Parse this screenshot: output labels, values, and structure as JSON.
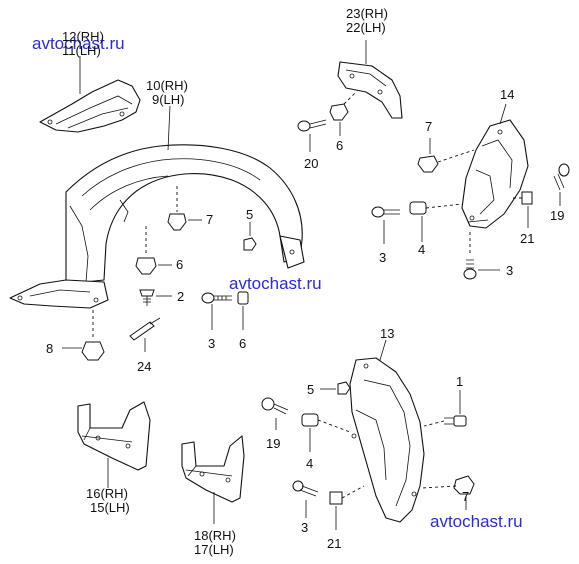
{
  "watermark": "avtochast.ru",
  "labels": {
    "p1": "1",
    "p2": "2",
    "p3a": "3",
    "p3b": "3",
    "p3c": "3",
    "p3d": "3",
    "p4a": "4",
    "p4b": "4",
    "p5a": "5",
    "p5b": "5",
    "p6a": "6",
    "p6b": "6",
    "p6c": "6",
    "p7a": "7",
    "p7b": "7",
    "p7c": "7",
    "p8": "8",
    "p10_9_top": "10(RH)",
    "p10_9_bottom": "9(LH)",
    "p12_11_top": "12(RH)",
    "p12_11_bottom": "11(LH)",
    "p13": "13",
    "p14": "14",
    "p16_15_top": "16(RH)",
    "p16_15_bottom": "15(LH)",
    "p18_17_top": "18(RH)",
    "p18_17_bottom": "17(LH)",
    "p19a": "19",
    "p19b": "19",
    "p20": "20",
    "p21a": "21",
    "p21b": "21",
    "p23_22_top": "23(RH)",
    "p23_22_bottom": "22(LH)",
    "p24": "24"
  }
}
